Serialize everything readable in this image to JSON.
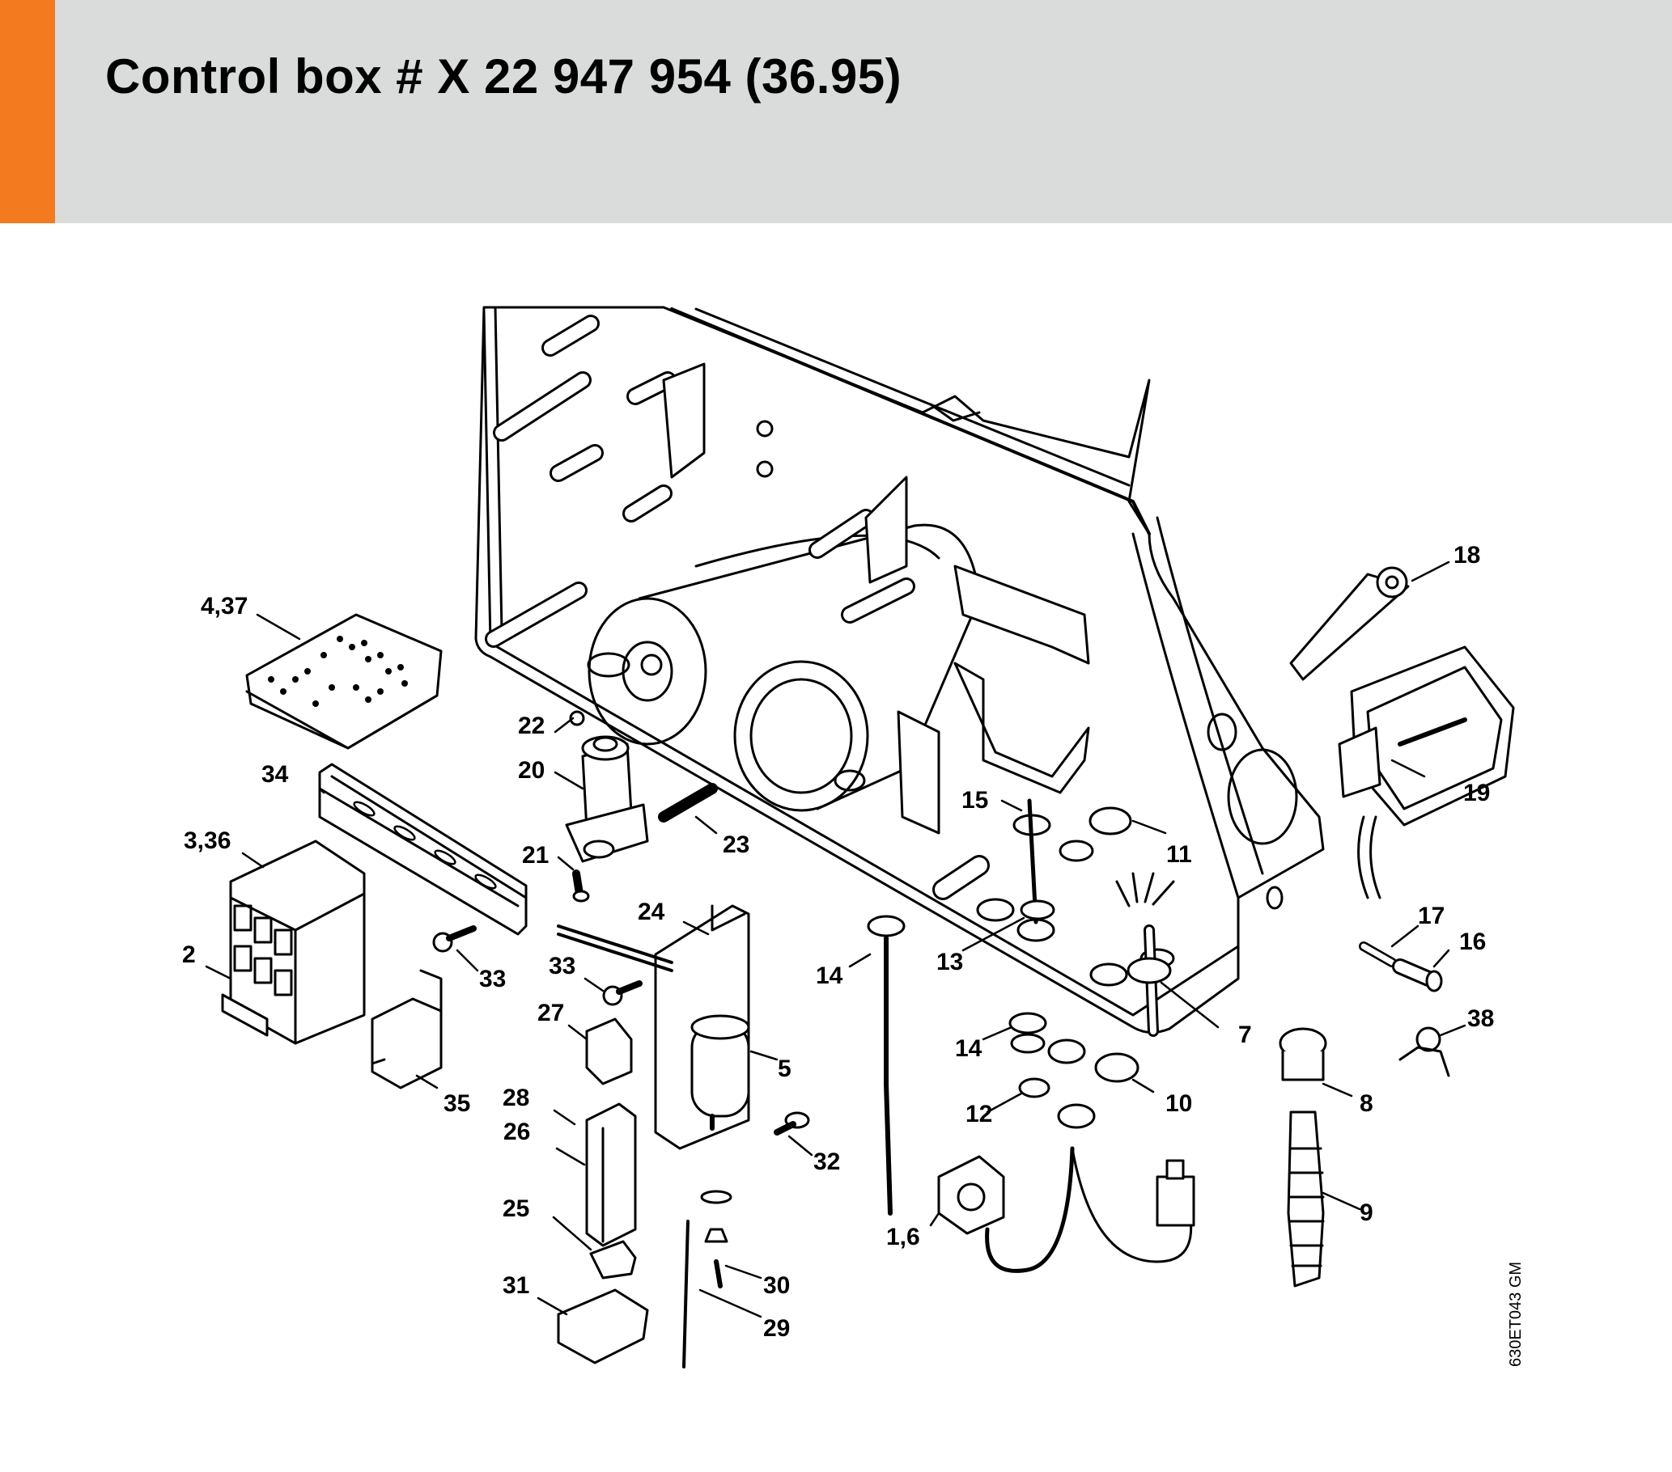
{
  "header": {
    "title": "Control box # X 22 947 954 (36.95)",
    "accent_color": "#f37a1f",
    "background_color": "#dadbdb"
  },
  "diagram": {
    "drawing_code": "630ET043 GM",
    "callouts": [
      {
        "id": "c18",
        "label": "18"
      },
      {
        "id": "c437",
        "label": "4,37"
      },
      {
        "id": "c22",
        "label": "22"
      },
      {
        "id": "c20",
        "label": "20"
      },
      {
        "id": "c34",
        "label": "34"
      },
      {
        "id": "c15",
        "label": "15"
      },
      {
        "id": "c11",
        "label": "11"
      },
      {
        "id": "c19",
        "label": "19"
      },
      {
        "id": "c336",
        "label": "3,36"
      },
      {
        "id": "c23",
        "label": "23"
      },
      {
        "id": "c21",
        "label": "21"
      },
      {
        "id": "c24",
        "label": "24"
      },
      {
        "id": "c17",
        "label": "17"
      },
      {
        "id": "c16",
        "label": "16"
      },
      {
        "id": "c2",
        "label": "2"
      },
      {
        "id": "c33a",
        "label": "33"
      },
      {
        "id": "c33b",
        "label": "33"
      },
      {
        "id": "c14a",
        "label": "14"
      },
      {
        "id": "c13",
        "label": "13"
      },
      {
        "id": "c7",
        "label": "7"
      },
      {
        "id": "c38",
        "label": "38"
      },
      {
        "id": "c27",
        "label": "27"
      },
      {
        "id": "c14b",
        "label": "14"
      },
      {
        "id": "c5",
        "label": "5"
      },
      {
        "id": "c35",
        "label": "35"
      },
      {
        "id": "c28",
        "label": "28"
      },
      {
        "id": "c10",
        "label": "10"
      },
      {
        "id": "c8",
        "label": "8"
      },
      {
        "id": "c12",
        "label": "12"
      },
      {
        "id": "c26",
        "label": "26"
      },
      {
        "id": "c32",
        "label": "32"
      },
      {
        "id": "c25",
        "label": "25"
      },
      {
        "id": "c9",
        "label": "9"
      },
      {
        "id": "c16b",
        "label": "1,6"
      },
      {
        "id": "c30",
        "label": "30"
      },
      {
        "id": "c31",
        "label": "31"
      },
      {
        "id": "c29",
        "label": "29"
      }
    ]
  }
}
